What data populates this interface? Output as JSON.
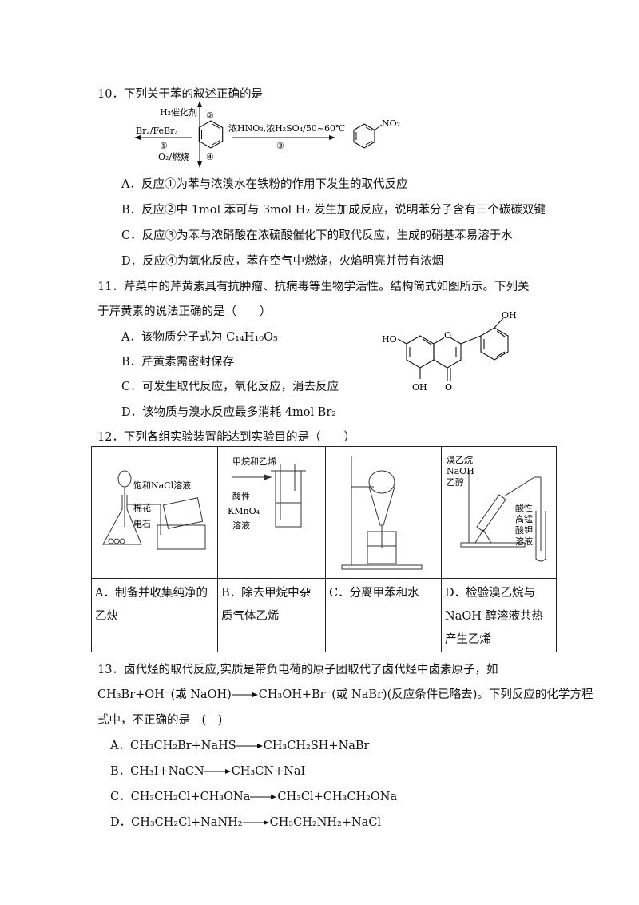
{
  "q10": {
    "stem": "10．下列关于苯的叙述正确的是",
    "scheme": {
      "r1_top": "Br₂/FeBr₃",
      "r1_bottom": "①",
      "r2": "H₂催化剂",
      "r2_num": "②",
      "r4": "O₂/燃烧",
      "r4_num": "④",
      "r3_top": "浓HNO₃,浓H₂SO₄/50~60℃",
      "r3_bottom": "③",
      "product_group": "NO₂"
    },
    "options": [
      "A．反应①为苯与浓溴水在铁粉的作用下发生的取代反应",
      "B．反应②中 1mol 苯可与 3mol H₂ 发生加成反应，说明苯分子含有三个碳碳双键",
      "C．反应③为苯与浓硝酸在浓硫酸催化下的取代反应，生成的硝基苯易溶于水",
      "D．反应④为氧化反应，苯在空气中燃烧，火焰明亮并带有浓烟"
    ]
  },
  "q11": {
    "stem_line1": "11．芹菜中的芹黄素具有抗肿瘤、抗病毒等生物学活性。结构简式如图所示。下列关",
    "stem_line2": "于芹黄素的说法正确的是（　　）",
    "options": [
      "A．该物质分子式为 C₁₄H₁₀O₅",
      "B．芹黄素需密封保存",
      "C．可发生取代反应，氧化反应，消去反应",
      "D．该物质与溴水反应最多消耗 4mol Br₂"
    ],
    "structure_labels": {
      "oh_right": "OH",
      "ho_left": "HO",
      "oh_bottom": "OH",
      "o_bottom": "O"
    }
  },
  "q12": {
    "stem": "12．下列各组实验装置能达到实验目的是（　　）",
    "apparatus_labels": {
      "a_top": "饱和NaCl溶液",
      "a_mid": "棉花",
      "a_bottom": "电石",
      "b_top": "甲烷和乙烯",
      "b_mid1": "酸性",
      "b_mid2": "KMnO₄",
      "b_mid3": "溶液",
      "d_l1": "溴乙烷",
      "d_l2": "NaOH",
      "d_l3": "乙醇",
      "d_r1": "酸性",
      "d_r2": "高锰",
      "d_r3": "酸钾",
      "d_r4": "溶液"
    },
    "captions": [
      "A．制备并收集纯净的乙炔",
      "B．除去甲烷中杂质气体乙烯",
      "C．分离甲苯和水",
      "D．检验溴乙烷与NaOH 醇溶液共热产生乙烯"
    ]
  },
  "q13": {
    "line1": "13．卤代烃的取代反应,实质是带负电荷的原子团取代了卤代烃中卤素原子，如",
    "line2_left": "CH₃Br+OH⁻(或 NaOH)",
    "line2_right": "CH₃OH+Br⁻(或 NaBr)(反应条件已略去)。下列反应的化学方程",
    "line3": "式中，不正确的是　(　)",
    "options": [
      {
        "left": "A．CH₃CH₂Br+NaHS",
        "right": "CH₃CH₂SH+NaBr"
      },
      {
        "left": "B．CH₃I+NaCN",
        "right": "CH₃CN+NaI"
      },
      {
        "left": "C．CH₃CH₂Cl+CH₃ONa",
        "right": "CH₃Cl+CH₃CH₂ONa"
      },
      {
        "left": "D．CH₃CH₂Cl+NaNH₂",
        "right": "CH₃CH₂NH₂+NaCl"
      }
    ]
  }
}
